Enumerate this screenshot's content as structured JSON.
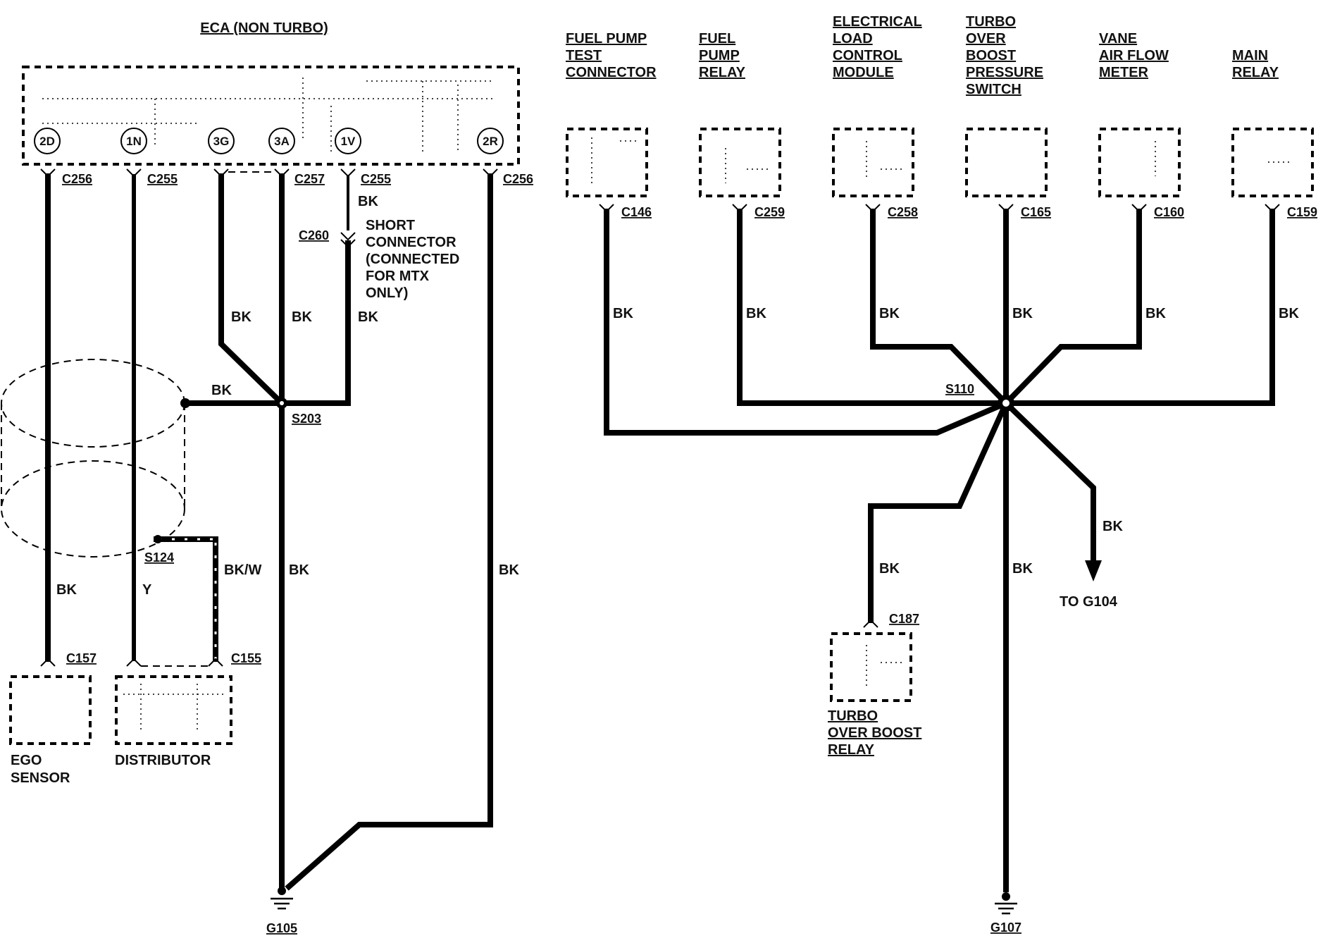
{
  "eca": {
    "title": "ECA (NON TURBO)",
    "pins": [
      "2D",
      "1N",
      "3G",
      "3A",
      "1V",
      "2R"
    ]
  },
  "left": {
    "connectors": {
      "c256_a": "C256",
      "c255_a": "C255",
      "c257": "C257",
      "c255_b": "C255",
      "c256_b": "C256",
      "c260": "C260",
      "c157": "C157",
      "c155": "C155"
    },
    "splices": {
      "s203": "S203",
      "s124": "S124"
    },
    "short_connector": [
      "SHORT",
      "CONNECTOR",
      "(CONNECTED",
      "FOR MTX",
      "ONLY)"
    ],
    "wire_labels": {
      "bk_1v_top": "BK",
      "bk_3g": "BK",
      "bk_3a": "BK",
      "bk_1v": "BK",
      "bk_shield": "BK",
      "bk_2d": "BK",
      "y_1n": "Y",
      "bkw": "BK/W",
      "bk_g105": "BK",
      "bk_2r": "BK"
    },
    "ego_sensor": [
      "EGO",
      "SENSOR"
    ],
    "distributor": "DISTRIBUTOR",
    "ground": "G105"
  },
  "right": {
    "components": [
      {
        "title": [
          "FUEL PUMP",
          "TEST",
          "CONNECTOR"
        ],
        "connector": "C146",
        "wire": "BK"
      },
      {
        "title": [
          "FUEL",
          "PUMP",
          "RELAY"
        ],
        "connector": "C259",
        "wire": "BK"
      },
      {
        "title": [
          "ELECTRICAL",
          "LOAD",
          "CONTROL",
          "MODULE"
        ],
        "connector": "C258",
        "wire": "BK"
      },
      {
        "title": [
          "TURBO",
          "OVER",
          "BOOST",
          "PRESSURE",
          "SWITCH"
        ],
        "connector": "C165",
        "wire": "BK"
      },
      {
        "title": [
          "VANE",
          "AIR FLOW",
          "METER"
        ],
        "connector": "C160",
        "wire": "BK"
      },
      {
        "title": [
          "MAIN",
          "RELAY"
        ],
        "connector": "C159",
        "wire": "BK"
      }
    ],
    "splice": "S110",
    "relay": {
      "title": [
        "TURBO",
        "OVER BOOST",
        "RELAY"
      ],
      "connector": "C187",
      "wire": "BK"
    },
    "to_g104": {
      "wire": "BK",
      "label": "TO G104"
    },
    "ground": {
      "wire": "BK",
      "label": "G107"
    }
  }
}
